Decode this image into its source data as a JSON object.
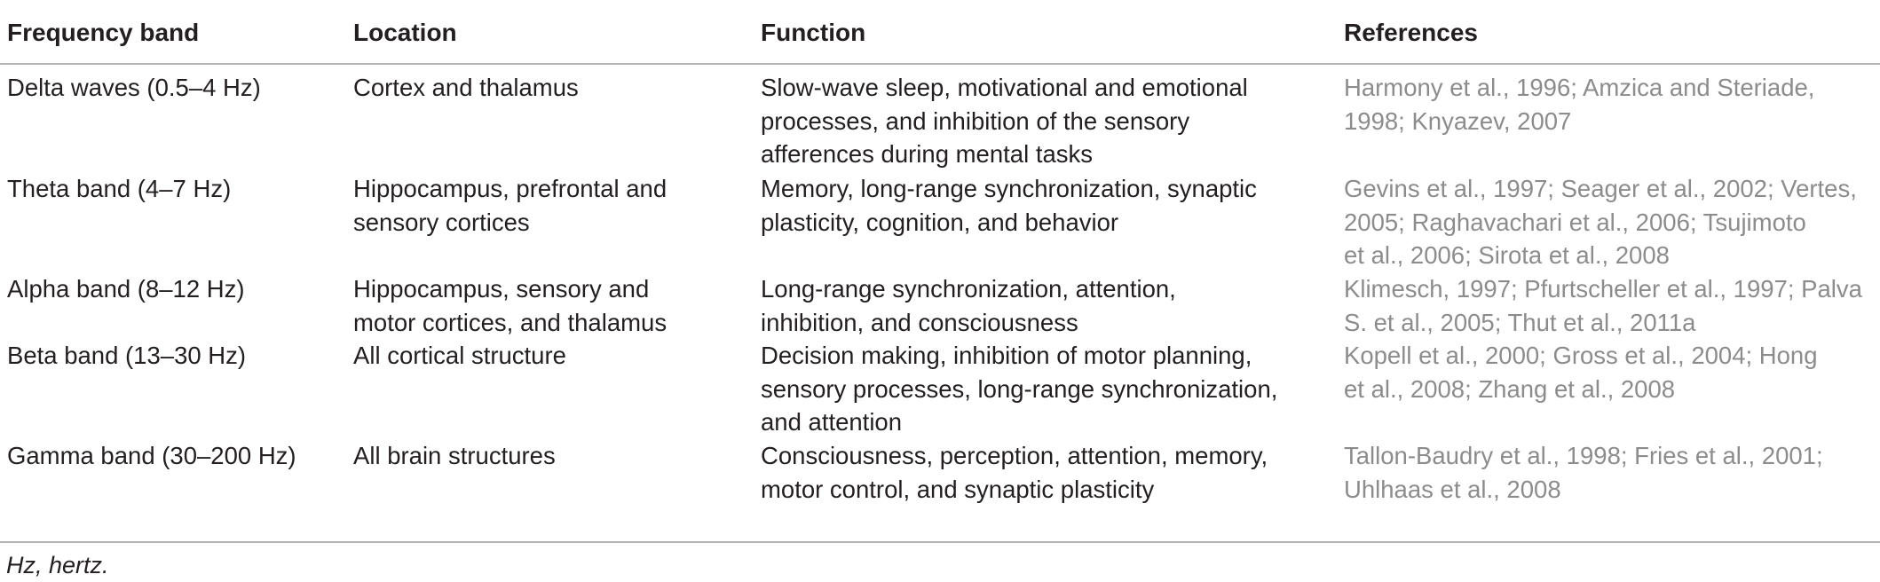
{
  "table": {
    "headers": [
      "Frequency band",
      "Location",
      "Function",
      "References"
    ],
    "rows": [
      {
        "band": "Delta waves (0.5–4 Hz)",
        "location": [
          "Cortex and thalamus"
        ],
        "function": [
          "Slow-wave sleep, motivational and emotional",
          "processes, and inhibition of the sensory",
          "afferences during mental tasks"
        ],
        "references": [
          "Harmony et al., 1996; Amzica and Steriade,",
          "1998; Knyazev, 2007"
        ]
      },
      {
        "band": "Theta band (4–7 Hz)",
        "location": [
          "Hippocampus, prefrontal and",
          "sensory cortices"
        ],
        "function": [
          "Memory, long-range synchronization, synaptic",
          "plasticity, cognition, and behavior"
        ],
        "references": [
          "Gevins et al., 1997; Seager et al., 2002; Vertes,",
          "2005; Raghavachari et al., 2006; Tsujimoto",
          "et al., 2006; Sirota et al., 2008"
        ]
      },
      {
        "band": "Alpha band (8–12 Hz)",
        "location": [
          "Hippocampus, sensory and",
          "motor cortices, and thalamus"
        ],
        "function": [
          "Long-range synchronization, attention,",
          "inhibition, and consciousness"
        ],
        "references": [
          "Klimesch, 1997; Pfurtscheller et al., 1997; Palva",
          "S. et al., 2005; Thut et al., 2011a"
        ]
      },
      {
        "band": "Beta band (13–30 Hz)",
        "location": [
          "All cortical structure"
        ],
        "function": [
          "Decision making, inhibition of motor planning,",
          "sensory processes, long-range synchronization,",
          "and attention"
        ],
        "references": [
          "Kopell et al., 2000; Gross et al., 2004; Hong",
          "et al., 2008; Zhang et al., 2008"
        ]
      },
      {
        "band": "Gamma band (30–200 Hz)",
        "location": [
          "All brain structures"
        ],
        "function": [
          "Consciousness, perception, attention, memory,",
          "motor control, and synaptic plasticity"
        ],
        "references": [
          "Tallon-Baudry et al., 1998; Fries et al., 2001;",
          "Uhlhaas et al., 2008"
        ]
      }
    ],
    "footnote": "Hz, hertz.",
    "colors": {
      "text": "#231f20",
      "reference_link": "#8c8c8c",
      "rule": "#b3b3b3"
    }
  }
}
